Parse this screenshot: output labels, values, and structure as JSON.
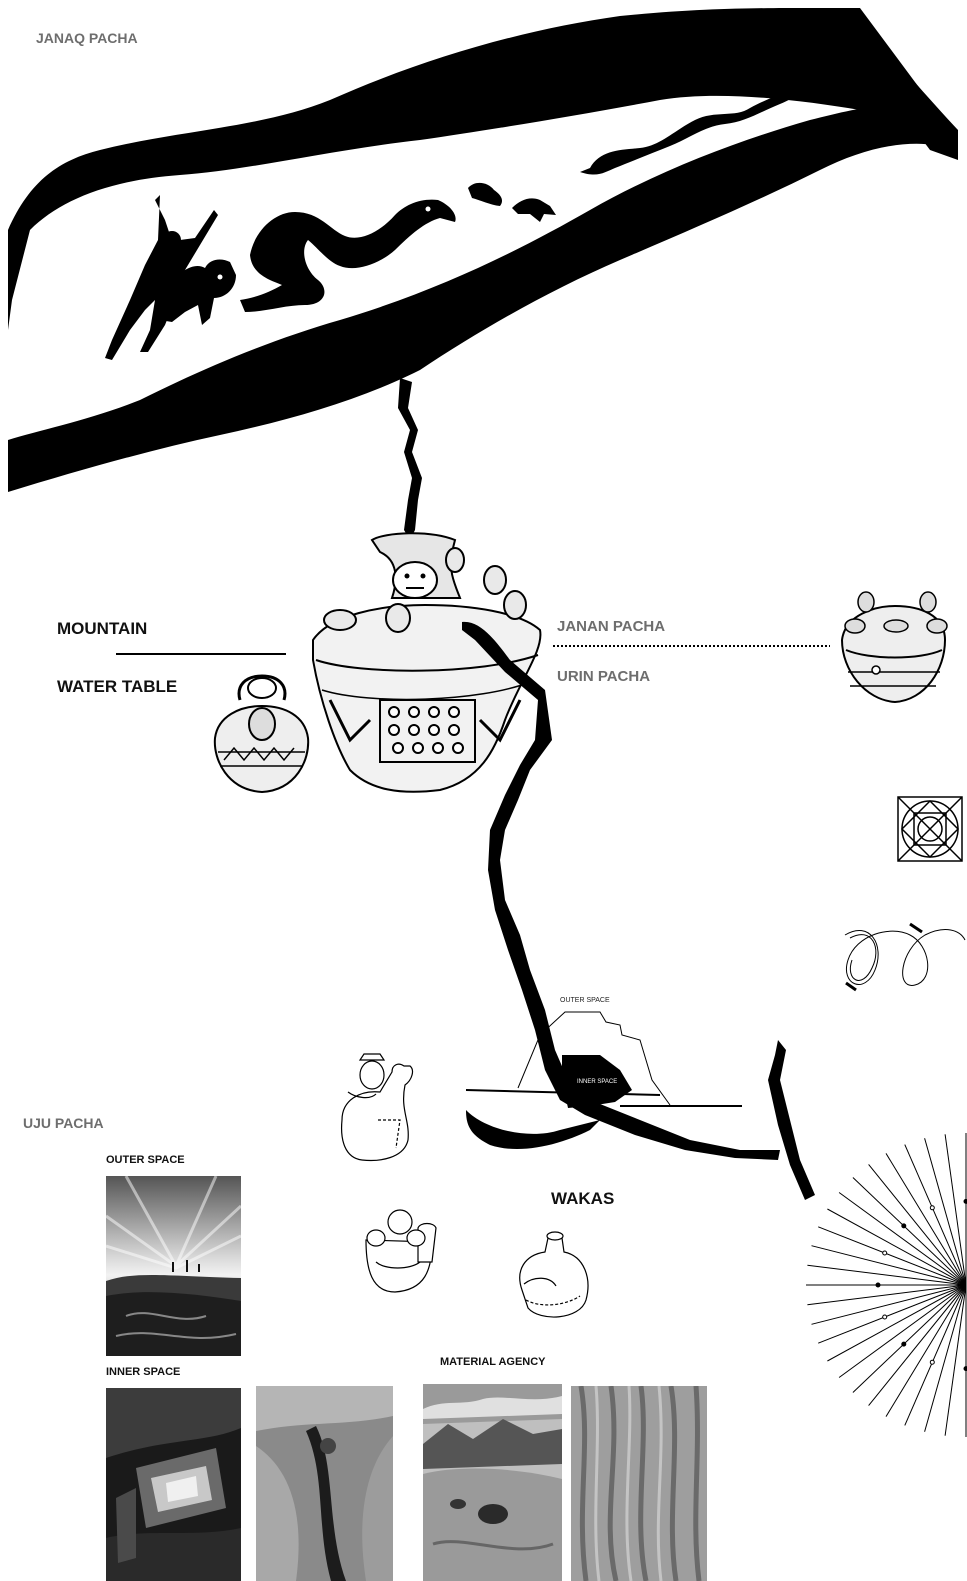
{
  "labels": {
    "janaq_pacha": "JANAQ PACHA",
    "mountain": "MOUNTAIN",
    "water_table": "WATER TABLE",
    "janan_pacha": "JANAN PACHA",
    "urin_pacha": "URIN PACHA",
    "uju_pacha": "UJU PACHA",
    "outer_space_diagram": "OUTER SPACE",
    "inner_space_diagram": "INNER SPACE",
    "wakas": "WAKAS",
    "outer_space": "OUTER SPACE",
    "inner_space": "INNER SPACE",
    "material_agency": "MATERIAL AGENCY"
  },
  "colors": {
    "ink": "#000000",
    "label_gray": "#6e6e6e",
    "paper": "#ffffff"
  },
  "icons": [
    "sky-river-band",
    "figure-icon",
    "feline-icon",
    "serpent-icon",
    "bird-icon",
    "snake-line-icon",
    "ceramic-vessel-icon",
    "mandala-icon",
    "spiral-icon",
    "radial-lines-icon"
  ]
}
